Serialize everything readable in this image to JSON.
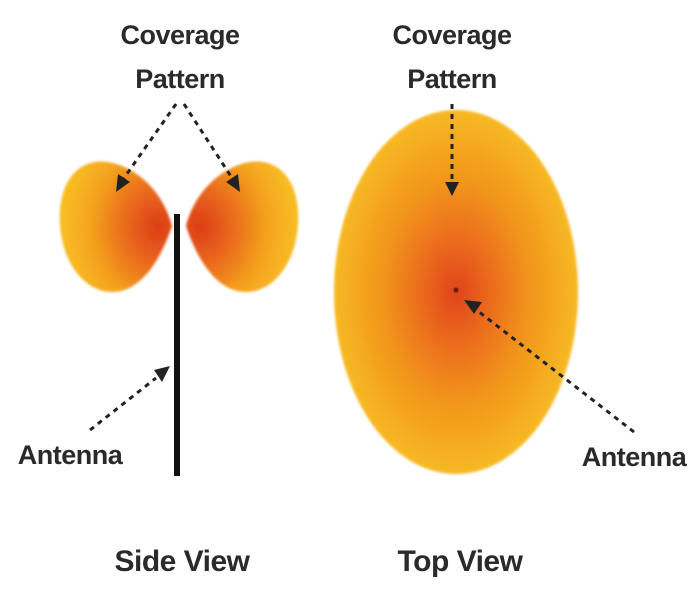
{
  "side_view": {
    "caption": "Side View",
    "coverage_label_line1": "Coverage",
    "coverage_label_line2": "Pattern",
    "antenna_label": "Antenna"
  },
  "top_view": {
    "caption": "Top View",
    "coverage_label_line1": "Coverage",
    "coverage_label_line2": "Pattern",
    "antenna_label": "Antenna"
  },
  "colors": {
    "pattern_center": "#e0451a",
    "pattern_mid": "#f08a1c",
    "pattern_edge": "#f7b520",
    "arrow": "#222222",
    "label": "#2a2a2a"
  },
  "icons": {
    "arrow_head": "triangle-arrowhead"
  }
}
